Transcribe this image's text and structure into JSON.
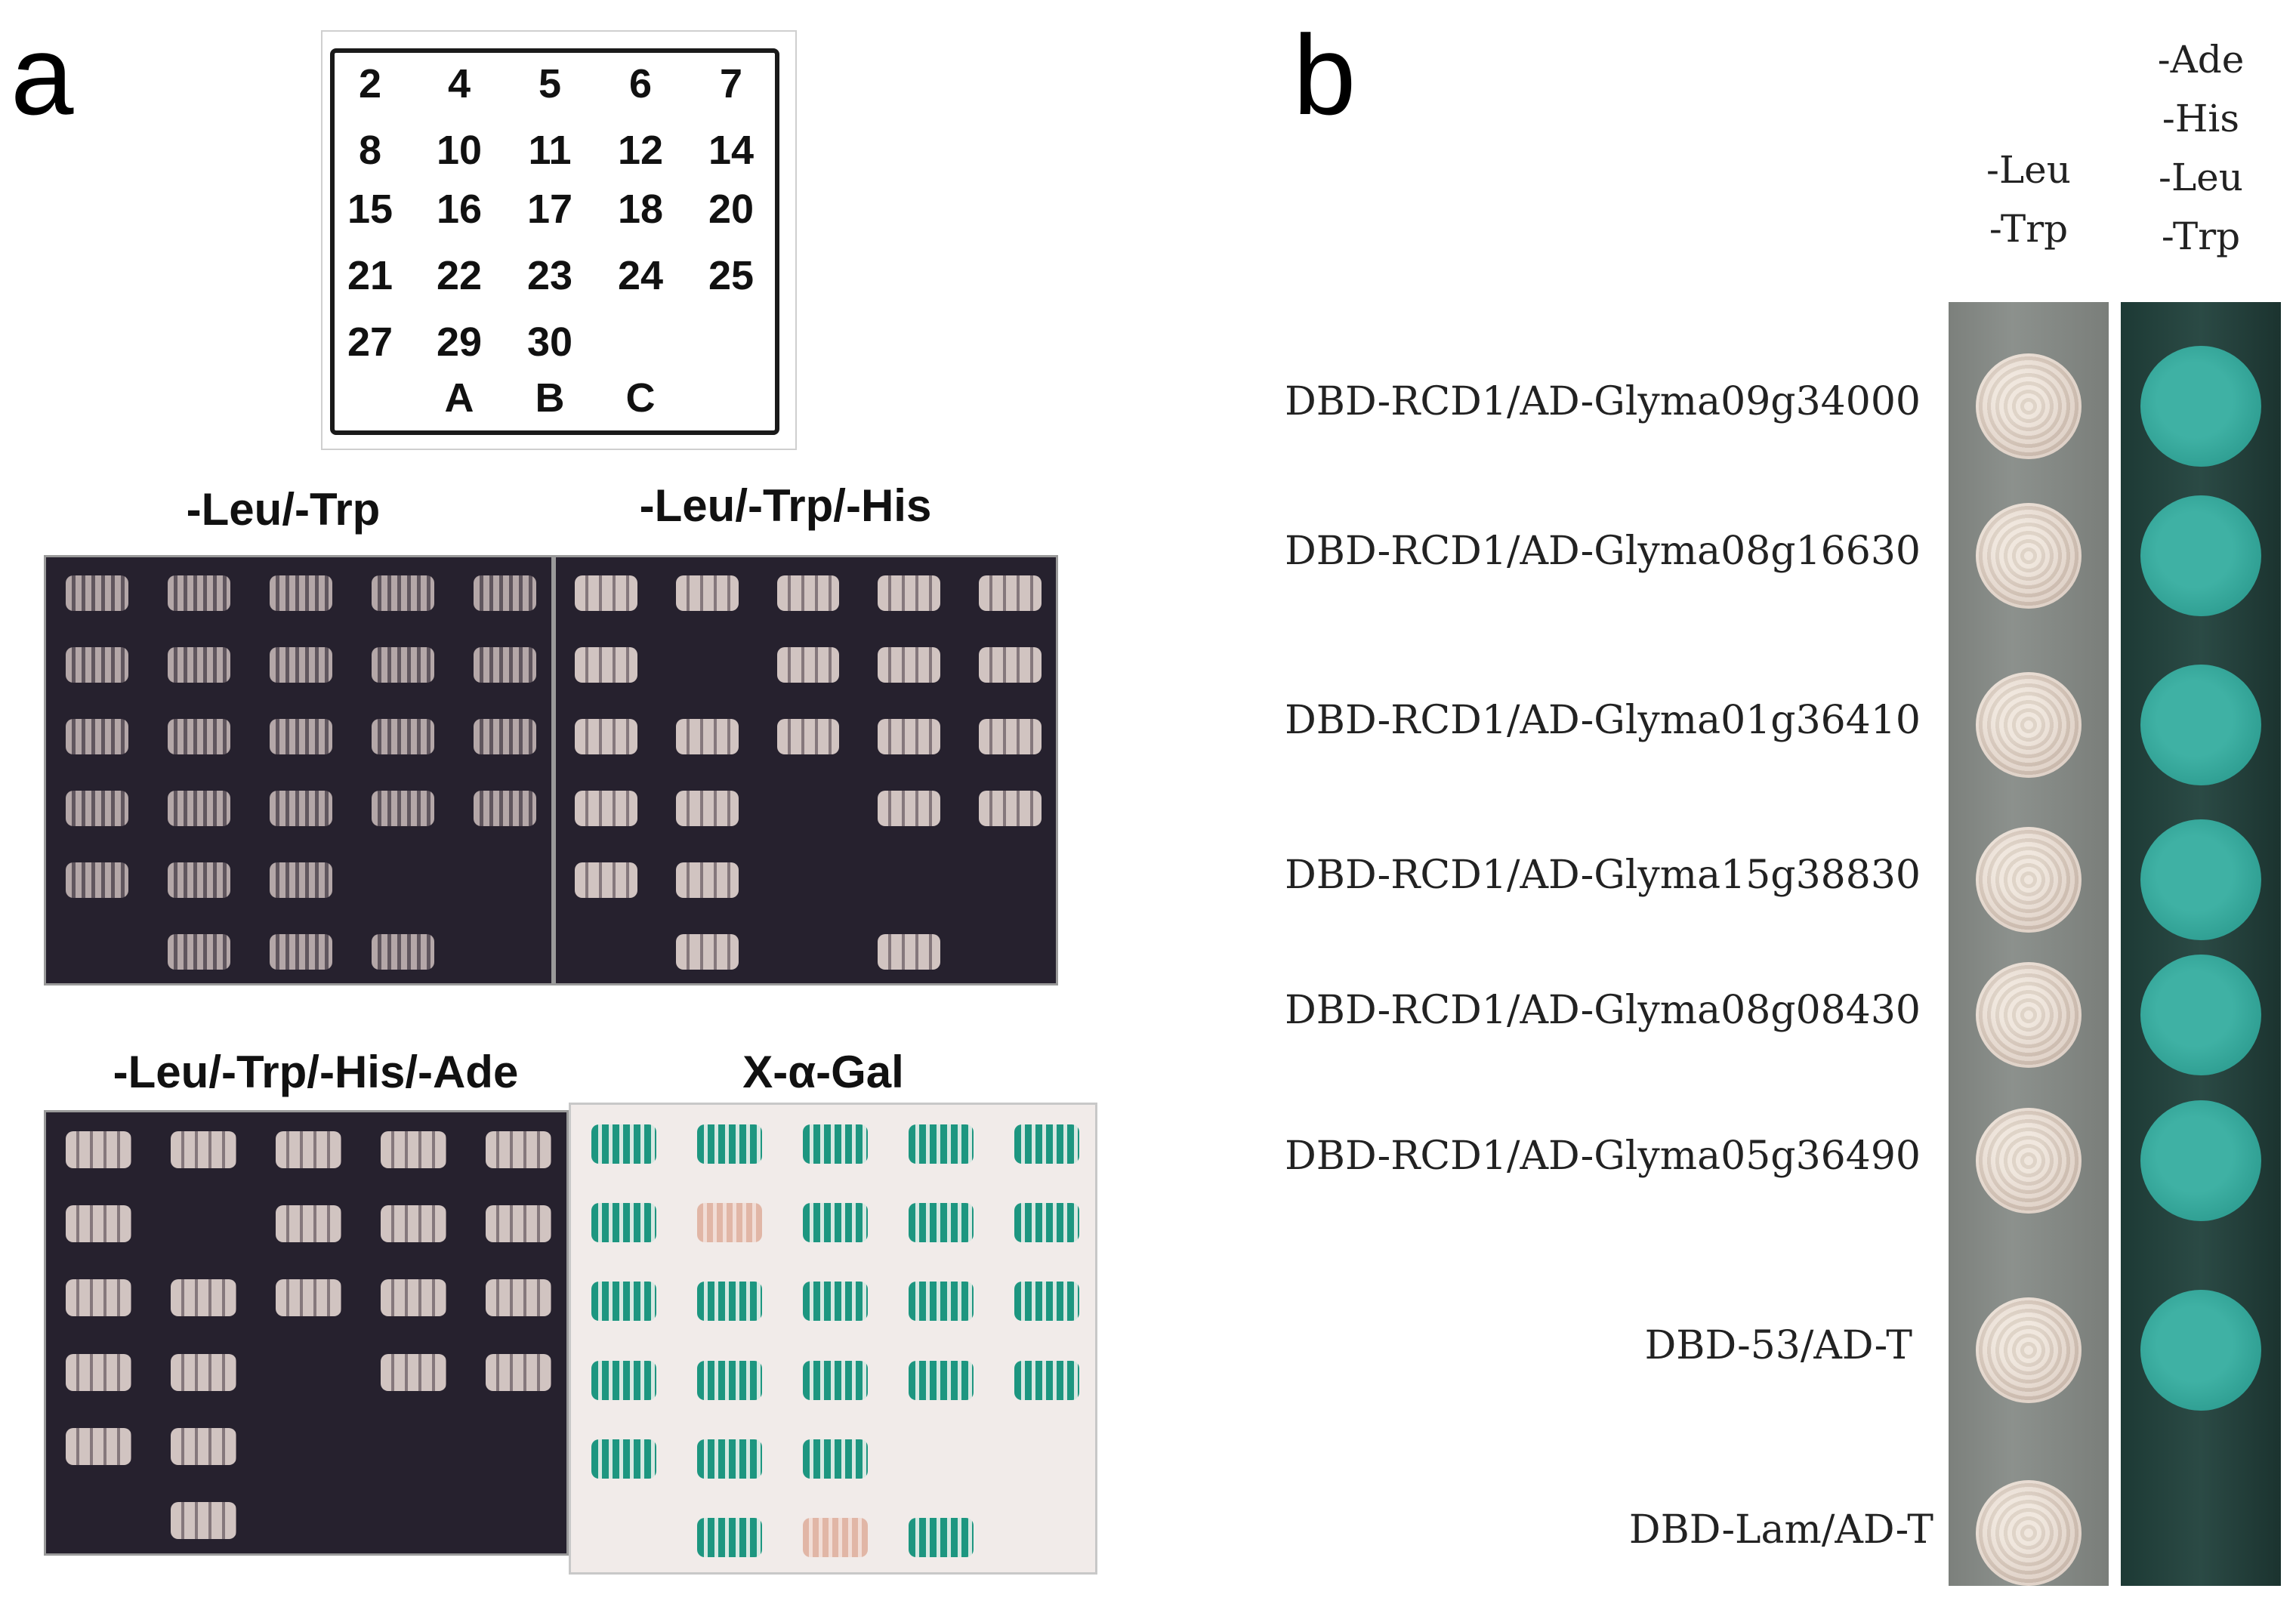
{
  "panel_a": {
    "letter": "a",
    "key_rows": [
      [
        "2",
        "4",
        "5",
        "6",
        "7"
      ],
      [
        "8",
        "10",
        "11",
        "12",
        "14"
      ],
      [
        "15",
        "16",
        "17",
        "18",
        "20"
      ],
      [
        "21",
        "22",
        "23",
        "24",
        "25"
      ],
      [
        "27",
        "29",
        "30",
        "",
        ""
      ],
      [
        "",
        "A",
        "B",
        "C",
        ""
      ]
    ],
    "plates": [
      {
        "label": "-Leu/-Trp"
      },
      {
        "label": "-Leu/-Trp/-His"
      },
      {
        "label": "-Leu/-Trp/-His/-Ade"
      },
      {
        "label": "X-α-Gal"
      }
    ]
  },
  "panel_b": {
    "letter": "b",
    "columns": [
      {
        "lines": [
          "-Leu",
          "-Trp"
        ]
      },
      {
        "lines": [
          "-Ade",
          "-His",
          "-Leu",
          "-Trp"
        ]
      }
    ],
    "constructs": [
      "DBD-RCD1/AD-Glyma09g34000",
      "DBD-RCD1/AD-Glyma08g16630",
      "DBD-RCD1/AD-Glyma01g36410",
      "DBD-RCD1/AD-Glyma15g38830",
      "DBD-RCD1/AD-Glyma08g08430",
      "DBD-RCD1/AD-Glyma05g36490",
      "DBD-53/AD-T",
      "DBD-Lam/AD-T"
    ],
    "growth_on_selective": [
      "teal",
      "teal",
      "teal",
      "teal",
      "teal",
      "teal",
      "teal",
      "none"
    ],
    "colors": {
      "positive": "#2c9b8f",
      "colony": "#d9c8bb",
      "plate_dark": "#26212e"
    }
  }
}
